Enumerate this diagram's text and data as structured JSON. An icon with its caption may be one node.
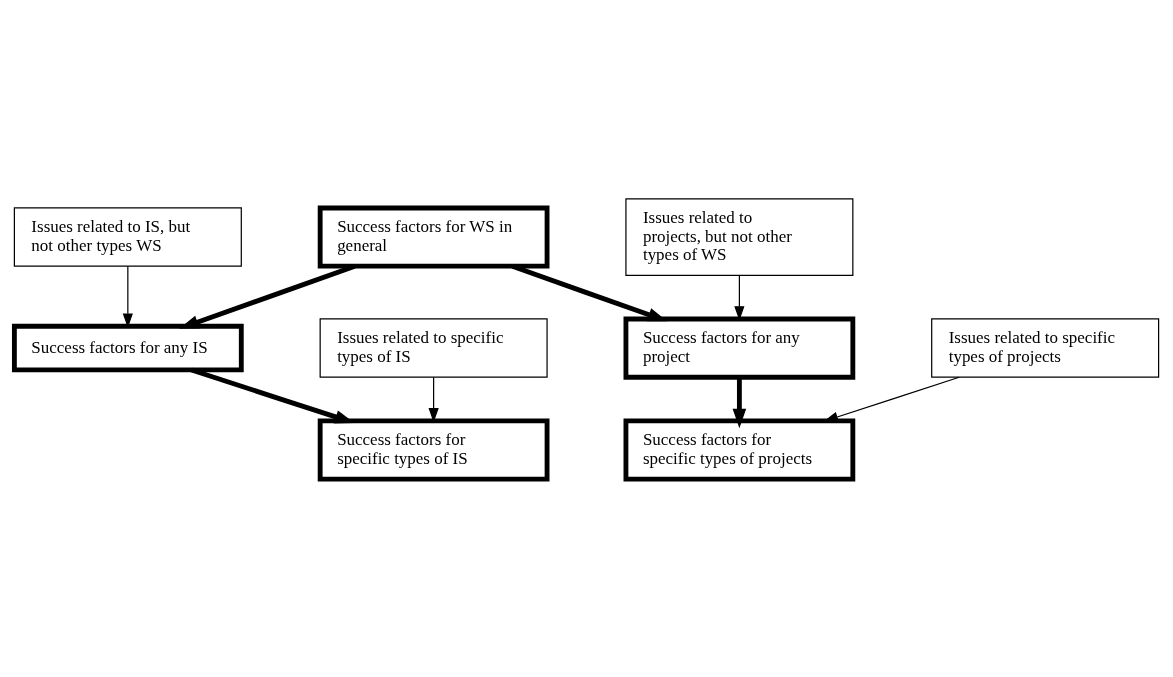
{
  "diagram": {
    "nodes": [
      {
        "text": [
          "Success factors for WS in general"
        ]
      },
      {
        "text": [
          "Issues related to IS, but not other types WS"
        ]
      },
      {
        "text": [
          "Issues related to projects, but not other types of WS"
        ]
      },
      {
        "text": [
          "Success factors for any IS"
        ]
      },
      {
        "text": [
          "Success factors for any project"
        ]
      },
      {
        "text": [
          "Issues related to specific types of IS"
        ]
      },
      {
        "text": [
          "Issues related to specific types of projects"
        ]
      },
      {
        "text": [
          "Success factors for specific types of IS"
        ]
      },
      {
        "text": [
          "Success factors for specific types of projects"
        ]
      }
    ],
    "edges": [
      {
        "from": 0,
        "to": 3,
        "arrow": "to",
        "style": "thick"
      },
      {
        "from": 0,
        "to": 4,
        "arrow": "to",
        "style": "thick"
      },
      {
        "from": 1,
        "to": 3,
        "arrow": "to"
      },
      {
        "from": 2,
        "to": 4,
        "arrow": "to"
      },
      {
        "from": 3,
        "to": 7,
        "arrow": "to",
        "style": "thick"
      },
      {
        "from": 4,
        "to": 8,
        "arrow": "to",
        "style": "thick"
      },
      {
        "from": 5,
        "to": 7,
        "arrow": "to"
      },
      {
        "from": 6,
        "to": 8,
        "arrow": "to"
      }
    ]
  }
}
